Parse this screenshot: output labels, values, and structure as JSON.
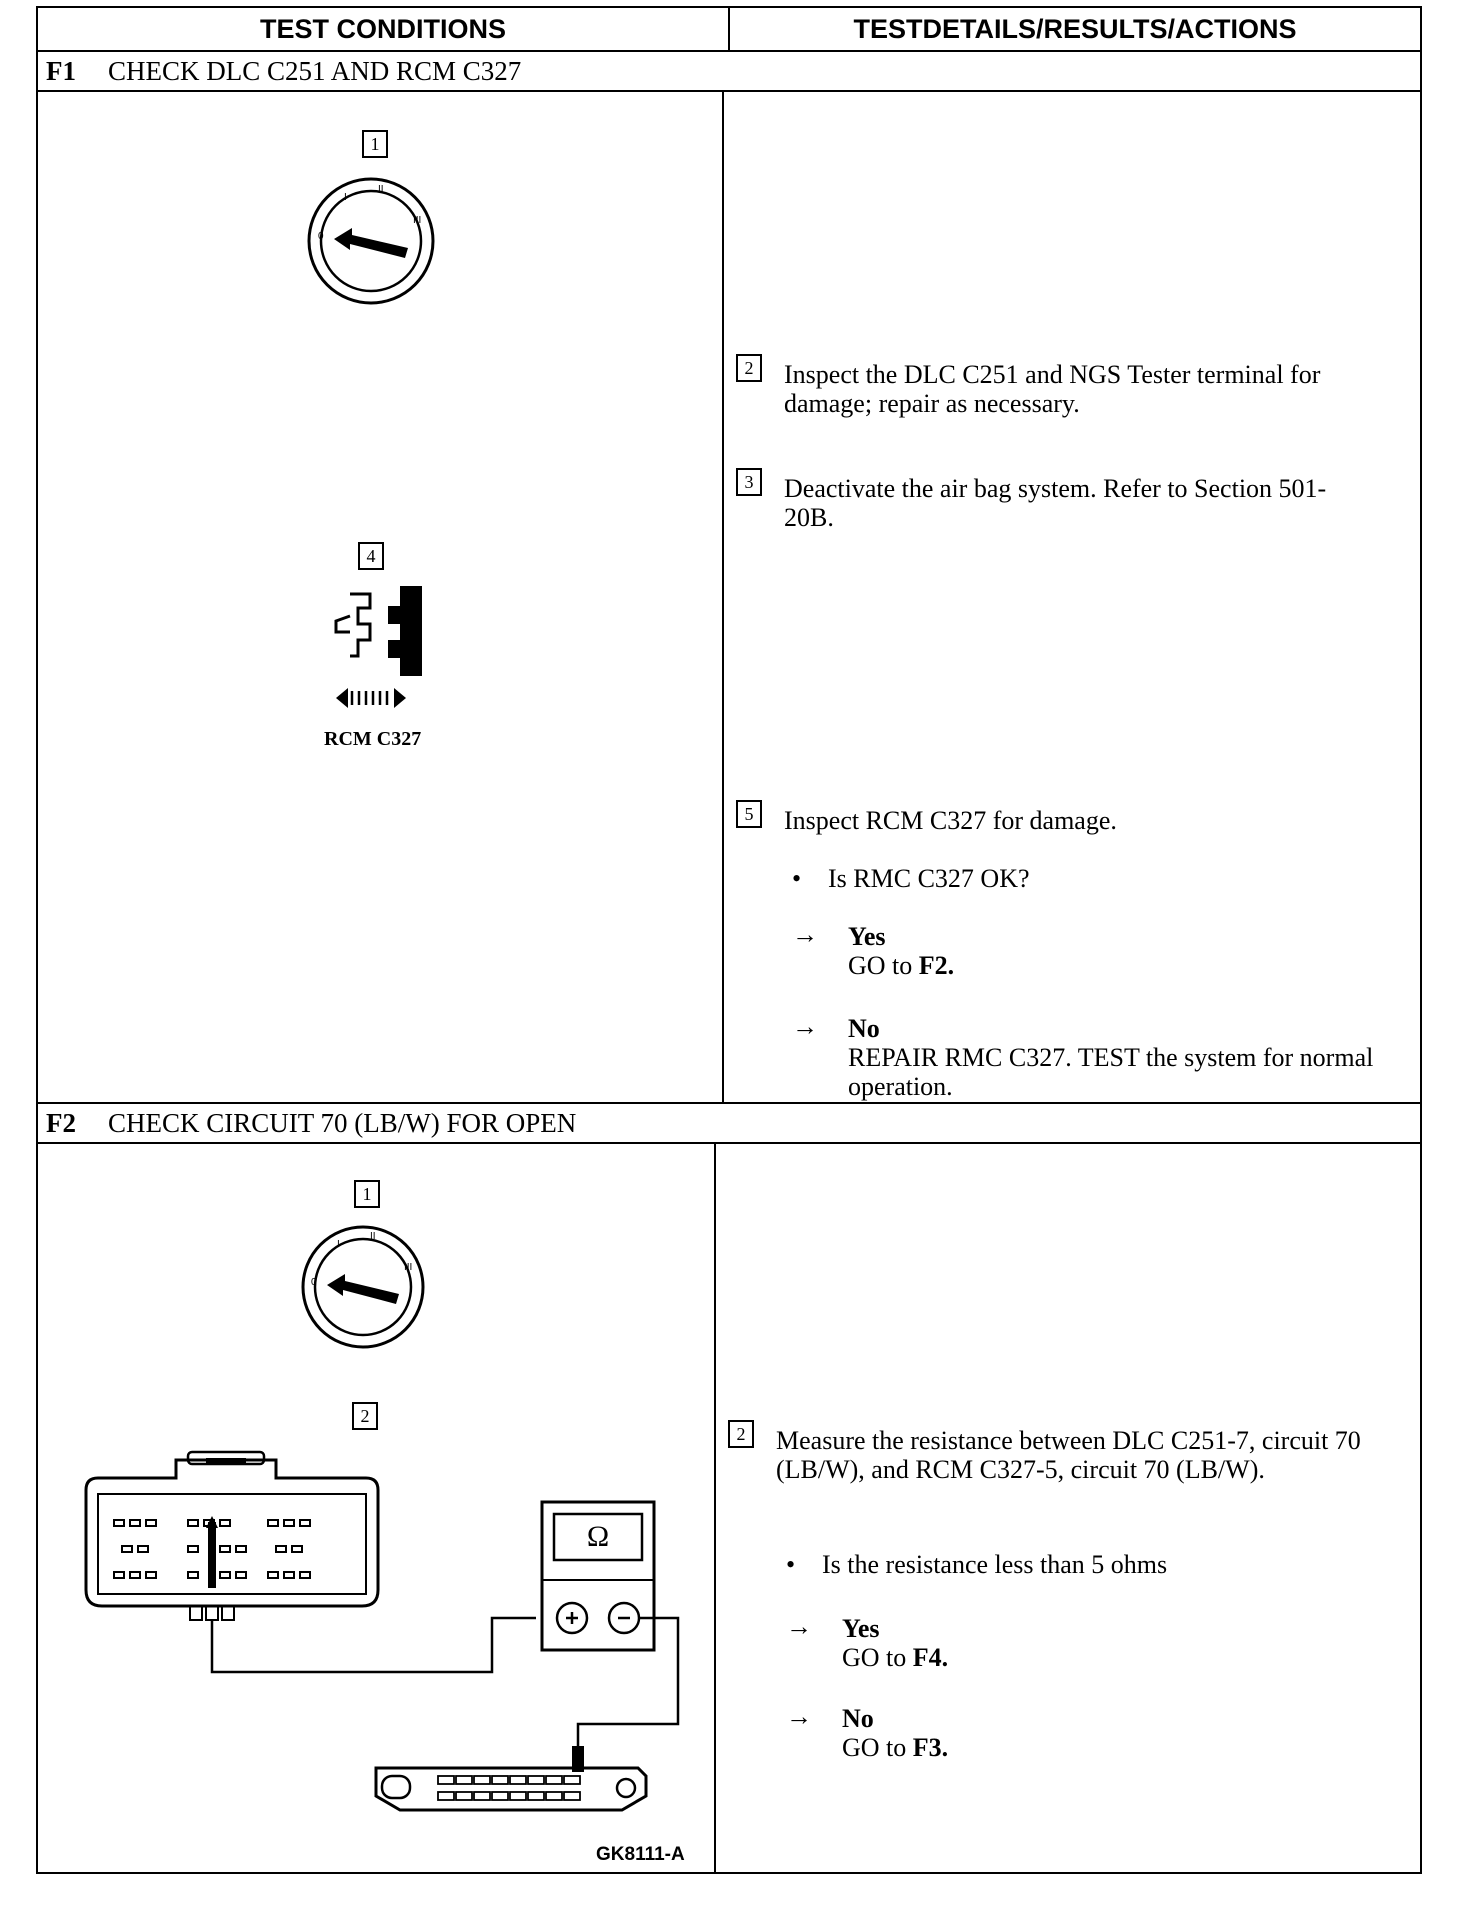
{
  "header": {
    "left": "TEST CONDITIONS",
    "right": "TESTDETAILS/RESULTS/ACTIONS"
  },
  "f1": {
    "num": "F1",
    "title": "CHECK DLC C251 AND RCM C327",
    "step_boxes": [
      "1",
      "4"
    ],
    "connector_label": "RCM C327",
    "steps": [
      {
        "n": "2",
        "text": "Inspect the DLC C251 and NGS Tester terminal for damage; repair as necessary."
      },
      {
        "n": "3",
        "text": "Deactivate the air bag system. Refer to Section 501-20B."
      },
      {
        "n": "5",
        "text": "Inspect RCM C327 for damage."
      }
    ],
    "question": "Is RMC C327 OK?",
    "yes_label": "Yes",
    "yes_action_prefix": "GO to ",
    "yes_action_target": "F2.",
    "no_label": "No",
    "no_action": "REPAIR RMC C327. TEST the system for normal operation."
  },
  "f2": {
    "num": "F2",
    "title": "CHECK CIRCUIT 70 (LB/W) FOR OPEN",
    "step_boxes": [
      "1",
      "2"
    ],
    "meter_symbol": "Ω",
    "figure_id": "GK8111-A",
    "steps": [
      {
        "n": "2",
        "text": "Measure the resistance between DLC C251-7, circuit 70 (LB/W), and RCM C327-5, circuit 70 (LB/W)."
      }
    ],
    "question": "Is the resistance less than 5 ohms",
    "yes_label": "Yes",
    "yes_action_prefix": "GO to ",
    "yes_action_target": "F4.",
    "no_label": "No",
    "no_action_prefix": "GO to ",
    "no_action_target": "F3."
  },
  "icons": {
    "arrow": "→",
    "bullet": "•"
  }
}
